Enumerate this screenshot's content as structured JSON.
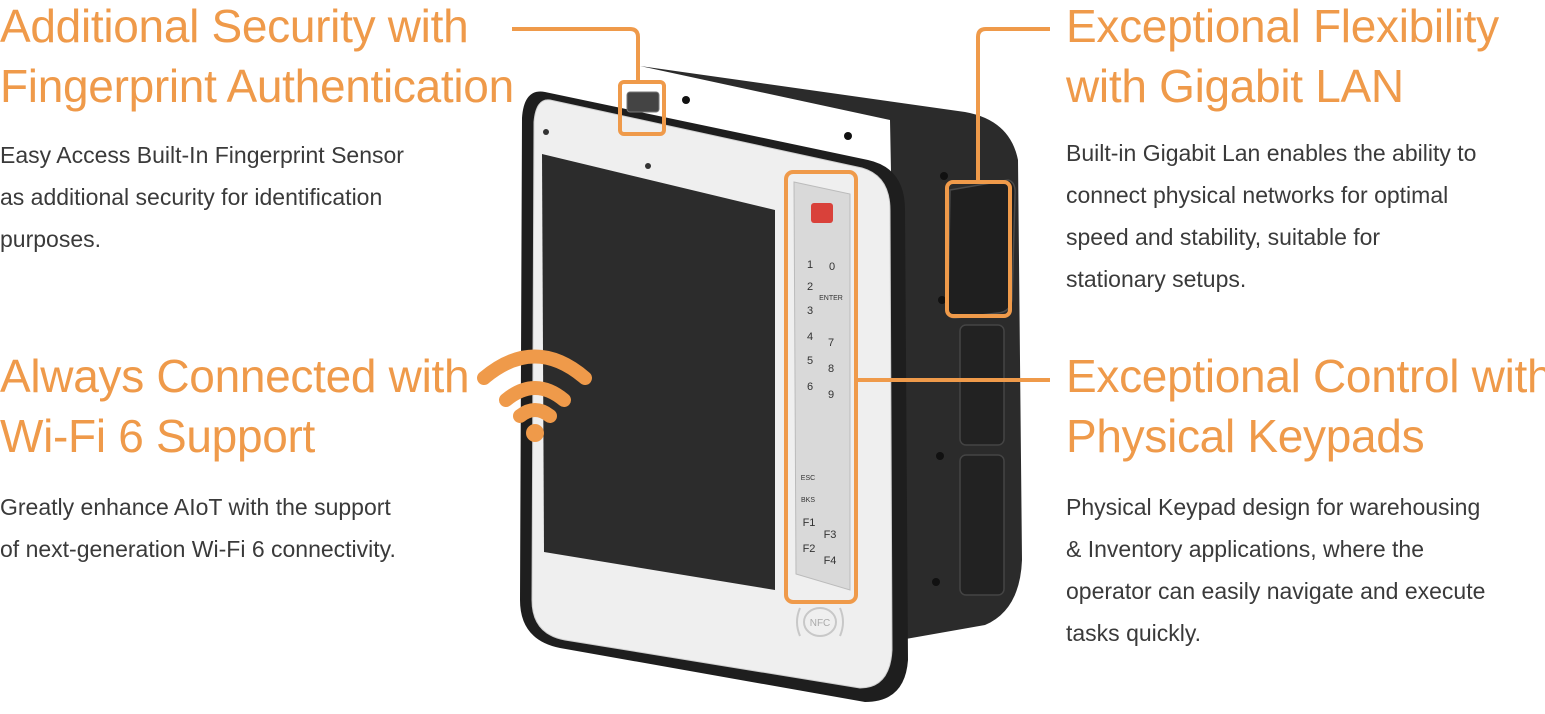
{
  "features": {
    "fingerprint": {
      "title_lines": [
        "Additional Security with",
        "Fingerprint Authentication"
      ],
      "desc_lines": [
        "Easy Access Built-In Fingerprint Sensor",
        "as additional security for identification",
        "purposes."
      ]
    },
    "wifi": {
      "title_lines": [
        "Always Connected with",
        "Wi-Fi 6 Support"
      ],
      "desc_lines": [
        "Greatly enhance AIoT with the support",
        "of next-generation Wi-Fi 6 connectivity."
      ]
    },
    "lan": {
      "title_lines": [
        "Exceptional Flexibility",
        "with Gigabit LAN"
      ],
      "desc_lines": [
        "Built-in Gigabit Lan enables the ability to",
        "connect physical networks for optimal",
        "speed and stability, suitable for",
        "stationary setups."
      ]
    },
    "keypad": {
      "title_lines": [
        "Exceptional Control with",
        "Physical Keypads"
      ],
      "desc_lines": [
        "Physical Keypad design for warehousing",
        "& Inventory applications, where the",
        "operator can easily navigate and execute",
        "tasks quickly."
      ]
    }
  },
  "device": {
    "keypad_labels": [
      "1",
      "0",
      "2",
      "ENTER",
      "3",
      "4",
      "7",
      "5",
      "8",
      "6",
      "9",
      "ESC",
      "BKS",
      "F1",
      "F3",
      "F2",
      "F4"
    ],
    "nfc_label": "NFC"
  },
  "colors": {
    "accent": "#ef9a4a",
    "body_text": "#3a3a3a",
    "device_body": "#2a2a2a",
    "bezel": "#f0f0f0",
    "screen": "#2b2b2b",
    "power_button": "#d9413a"
  },
  "icons": [
    "wifi-icon",
    "power-icon",
    "nfc-icon"
  ]
}
